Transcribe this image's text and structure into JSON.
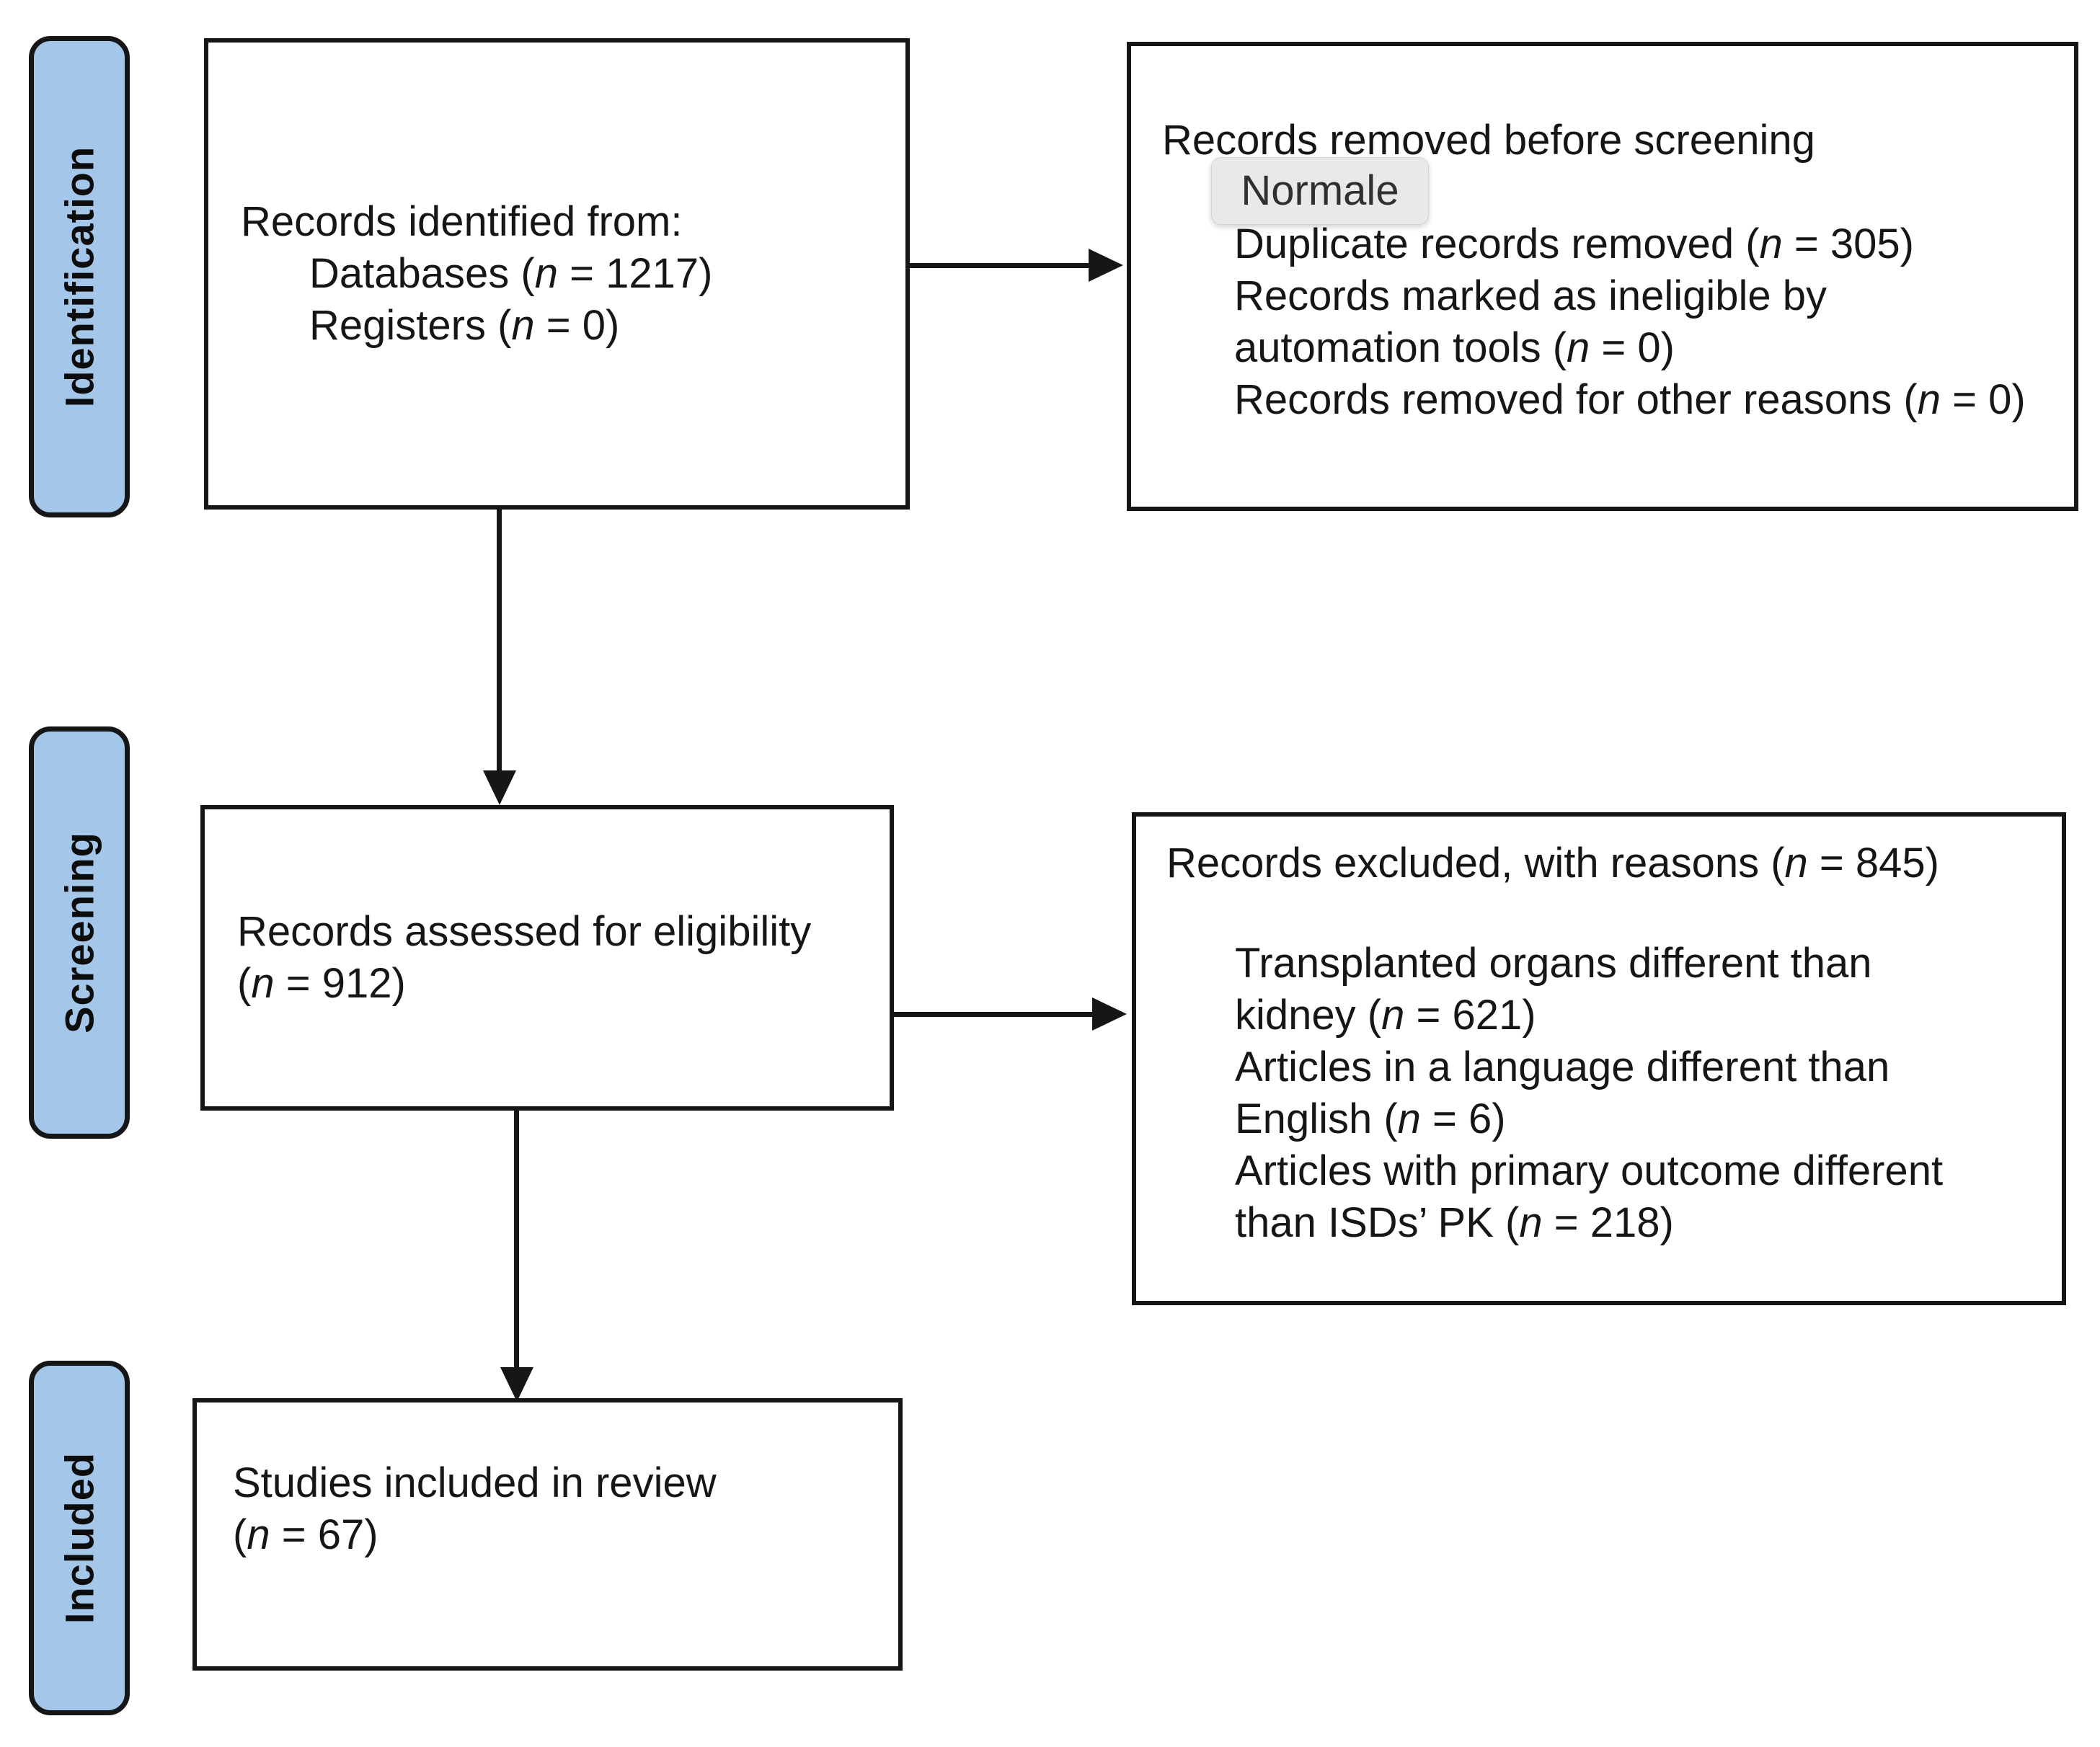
{
  "diagram": {
    "kind": "prisma-flow-diagram",
    "stages": [
      {
        "label": "Identification"
      },
      {
        "label": "Screening"
      },
      {
        "label": "Included"
      }
    ],
    "boxes": {
      "identified": {
        "title": "Records identified from:",
        "items": [
          "Databases (n = 1217)",
          "Registers (n = 0)"
        ]
      },
      "removed": {
        "title": "Records removed before screening",
        "items": [
          "Duplicate records removed (n = 305)",
          "Records marked as ineligible by automation tools (n = 0)",
          "Records removed for other reasons (n = 0)"
        ]
      },
      "assessed": {
        "lines": [
          "Records assessed for eligibility",
          "(n = 912)"
        ]
      },
      "excluded": {
        "title": "Records excluded, with reasons (n = 845)",
        "items": [
          "Transplanted organs different than kidney (n = 621)",
          "Articles in a language different than English (n = 6)",
          "Articles with primary outcome different than ISDs’ PK (n = 218)"
        ]
      },
      "included": {
        "lines": [
          "Studies included in review",
          "(n = 67)"
        ]
      }
    },
    "tooltip": {
      "label": "Normale"
    },
    "colors": {
      "stage_fill": "#A4C7E9",
      "ink": "#161616",
      "tooltip_bg": "#e9e9e9",
      "tooltip_text": "#303030"
    }
  }
}
